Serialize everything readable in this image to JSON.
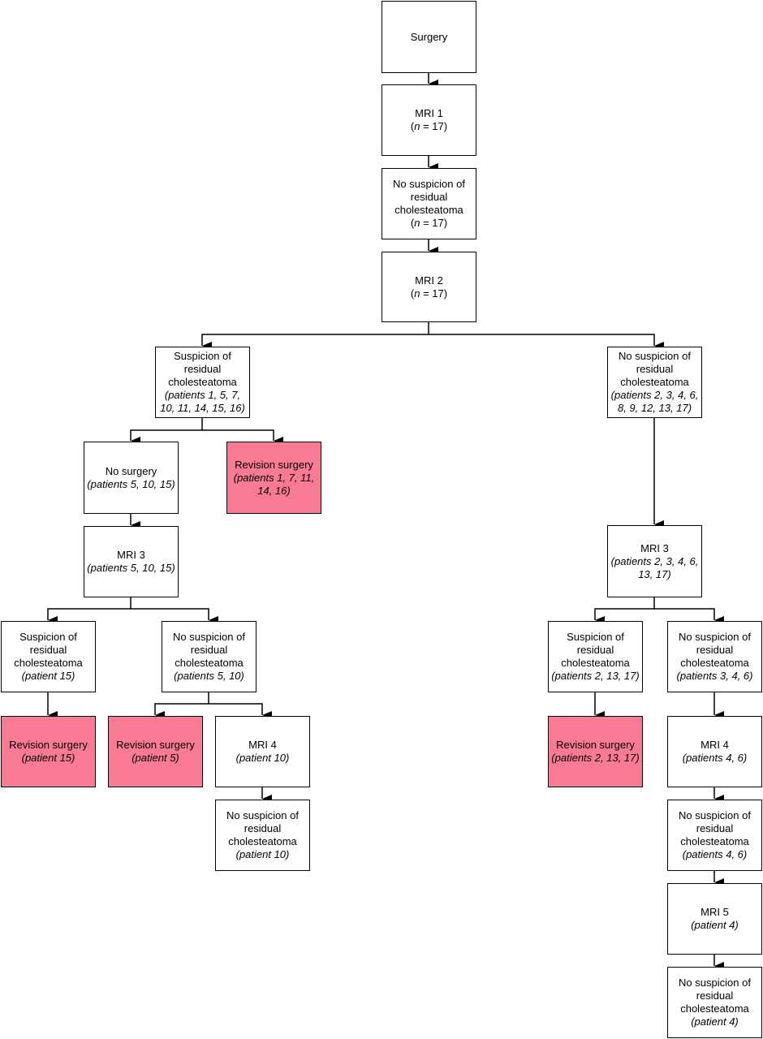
{
  "colors": {
    "revision_fill": "#f87a93",
    "box_fill": "#ffffff",
    "stroke": "#000000"
  },
  "nodes": {
    "surgery": {
      "title": "Surgery"
    },
    "mri1": {
      "title": "MRI 1",
      "n_label": "n",
      "n_rest": " = 17)"
    },
    "nosusp1": {
      "title": "No suspicion of residual cholesteatoma",
      "n_label": "n",
      "n_rest": " = 17)"
    },
    "mri2": {
      "title": "MRI 2",
      "n_label": "n",
      "n_rest": " = 17)"
    },
    "susp_a": {
      "title": "Suspicion of residual cholesteatoma",
      "sub": "(patients 1, 5, 7, 10, 11, 14, 15, 16)"
    },
    "nosusp_b": {
      "title": "No suspicion of residual cholesteatoma",
      "sub": "(patients 2, 3, 4, 6, 8, 9, 12, 13, 17)"
    },
    "nosurgery": {
      "title": "No surgery",
      "sub": "(patients 5, 10, 15)"
    },
    "rev_a": {
      "title": "Revision surgery",
      "sub": "(patients 1, 7, 11, 14, 16)"
    },
    "mri3_left": {
      "title": "MRI 3",
      "sub": "(patients 5, 10, 15)"
    },
    "mri3_right": {
      "title": "MRI 3",
      "sub": "(patients 2, 3, 4, 6, 13, 17)"
    },
    "susp15": {
      "title": "Suspicion of residual cholesteatoma",
      "sub": "(patient 15)"
    },
    "nosusp_5_10": {
      "title": "No suspicion of residual cholesteatoma",
      "sub": "(patients 5, 10)"
    },
    "susp_2_13_17": {
      "title": "Suspicion of residual cholesteatoma",
      "sub": "(patients 2, 13, 17)"
    },
    "nosusp_3_4_6": {
      "title": "No suspicion of residual cholesteatoma",
      "sub": "(patients 3, 4, 6)"
    },
    "rev15": {
      "title": "Revision surgery",
      "sub": "(patient 15)"
    },
    "rev5": {
      "title": "Revision surgery",
      "sub": "(patient 5)"
    },
    "mri4_10": {
      "title": "MRI 4",
      "sub": "(patient 10)"
    },
    "rev_2_13_17": {
      "title": "Revision surgery",
      "sub": "(patients 2, 13, 17)"
    },
    "mri4_4_6": {
      "title": "MRI 4",
      "sub": "(patients 4, 6)"
    },
    "nosusp10": {
      "title": "No suspicion of residual cholesteatoma",
      "sub": "(patient 10)"
    },
    "nosusp_4_6": {
      "title": "No suspicion of residual cholesteatoma",
      "sub": "(patients 4, 6)"
    },
    "mri5": {
      "title": "MRI 5",
      "sub": "(patient 4)"
    },
    "nosusp4": {
      "title": "No suspicion of residual cholesteatoma",
      "sub": "(patient 4)"
    }
  }
}
